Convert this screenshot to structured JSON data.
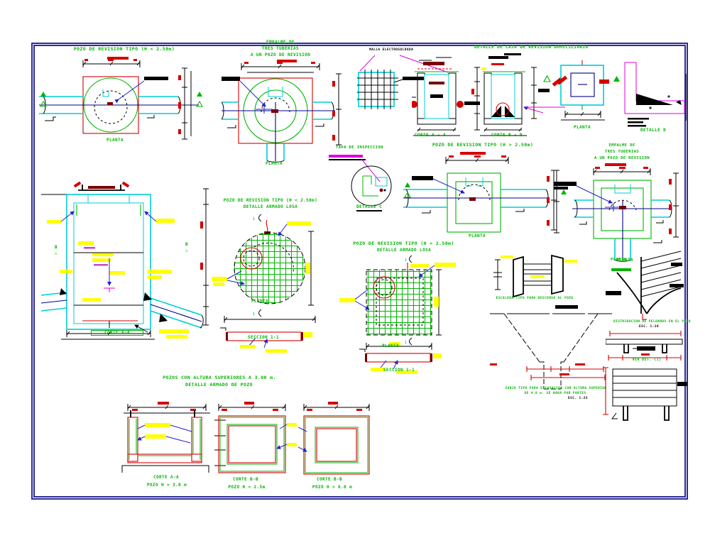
{
  "drawing": {
    "frame_color": "#2e2e96",
    "labels": {
      "planta": "PLANTA",
      "seccion": "SECCION 1-1",
      "sec_mark": "1",
      "b_marker": "B",
      "tri": "△"
    },
    "panels": {
      "pozo_lt": {
        "title": "POZO DE REVISION TIPO (H < 2.50m)"
      },
      "empalme": {
        "l1": "EMPALME DE",
        "l2": "TRES TUBERIAS",
        "l3": "A UN POZO DE REVISION"
      },
      "caja": {
        "title": "DETALLE DE CAJA DE REVISION DOMICILIARIA",
        "malla": "MALLA ELECTROSOLDADA",
        "corte_a": "CORTE  A - A",
        "corte_b": "CORTE  B - B",
        "detalle_d": "DETALLE D"
      },
      "tapa": {
        "label": "TAPA DE INSPECCION",
        "detalle_c": "DETALLE C"
      },
      "corte_grande": {
        "caption": "CORTE  A-A"
      },
      "losa_lt": {
        "title": "POZO DE REVISION TIPO (H < 2.50m)",
        "subtitle": "DETALLE ARMADO LOSA"
      },
      "pozo_gt": {
        "title": "POZO DE REVISION TIPO (H > 2.50m)"
      },
      "losa_gt": {
        "title": "POZO DE REVISION TIPO (H > 2.50m)",
        "subtitle": "DETALLE ARMADO LOSA"
      },
      "escalon": {
        "caption": "ESCALERA TIPO PARA DESCENSO AL POZO"
      },
      "zanja": {
        "c1": "ZANJA TIPO PARA EXCAVACION CON ALTURA SUPERIOR",
        "c2": "DE 4.0 m. SE HARA POR PARTES",
        "esc": "ESC. 1:25"
      },
      "iso": {
        "c1": "DISTRIBUCION DE PELDAÑOS EN EL POZO",
        "c2": "ESC. 1:20"
      },
      "peldano": {
        "caption": "VER DET. (1)"
      },
      "altura": {
        "t1": "POZOS CON ALTURA SUPERIORES A 3.00 m.",
        "t2": "DETALLE ARMADO DE POZO",
        "s1a": "CORTE A-A",
        "s1b": "POZO  H > 3.0 m",
        "s2a": "CORTE B-B",
        "s2b": "POZO  H < 2.5m",
        "s3a": "CORTE B-B",
        "s3b": "POZO  H > 6.0 m"
      }
    }
  }
}
